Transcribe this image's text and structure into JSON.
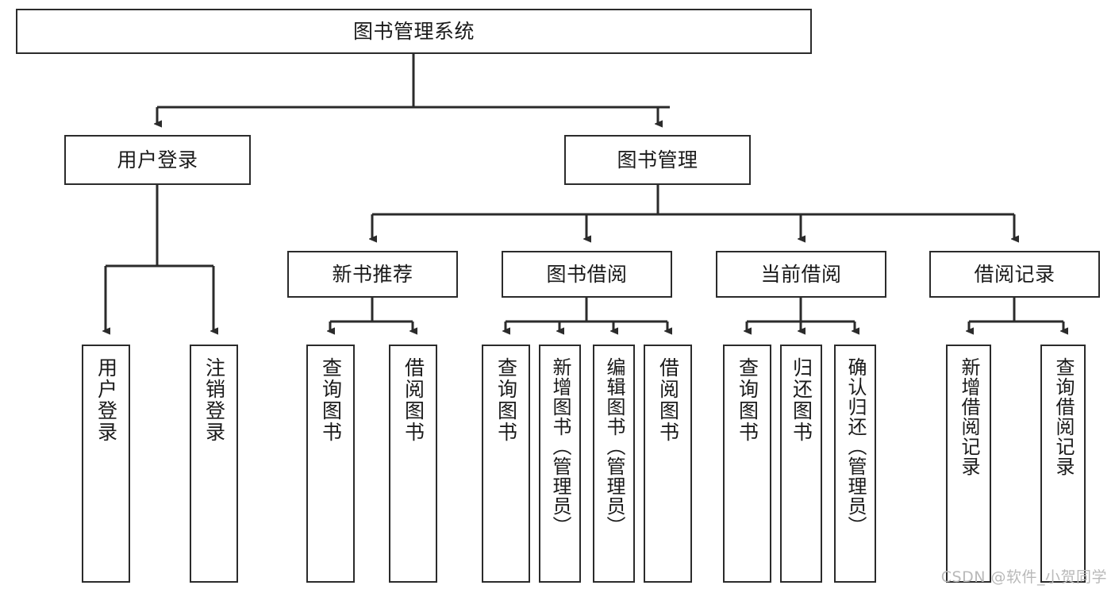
{
  "diagram": {
    "title": "图书管理系统",
    "type": "tree-hierarchy-chart",
    "watermark": "CSDN @软件_小贺同学",
    "colors": {
      "box_border": "#2b2b2b",
      "box_fill": "#ffffff",
      "edge": "#2b2b2b",
      "text": "#1a1a1a",
      "watermark": "#b9b9b9",
      "background": "#ffffff"
    },
    "root": {
      "label": "图书管理系统"
    },
    "level2": [
      {
        "label": "用户登录"
      },
      {
        "label": "图书管理"
      }
    ],
    "level3": [
      {
        "label": "新书推荐"
      },
      {
        "label": "图书借阅"
      },
      {
        "label": "当前借阅"
      },
      {
        "label": "借阅记录"
      }
    ],
    "leaves": {
      "user_login": [
        {
          "label": "用户登录"
        },
        {
          "label": "注销登录"
        }
      ],
      "new_book": [
        {
          "label": "查询图书"
        },
        {
          "label": "借阅图书"
        }
      ],
      "book_borrow": [
        {
          "label": "查询图书"
        },
        {
          "label": "新增图书（管理员）"
        },
        {
          "label": "编辑图书（管理员）"
        },
        {
          "label": "借阅图书"
        }
      ],
      "current_borrow": [
        {
          "label": "查询图书"
        },
        {
          "label": "归还图书"
        },
        {
          "label": "确认归还（管理员）"
        }
      ],
      "borrow_record": [
        {
          "label": "新增借阅记录"
        },
        {
          "label": "查询借阅记录"
        }
      ]
    }
  }
}
